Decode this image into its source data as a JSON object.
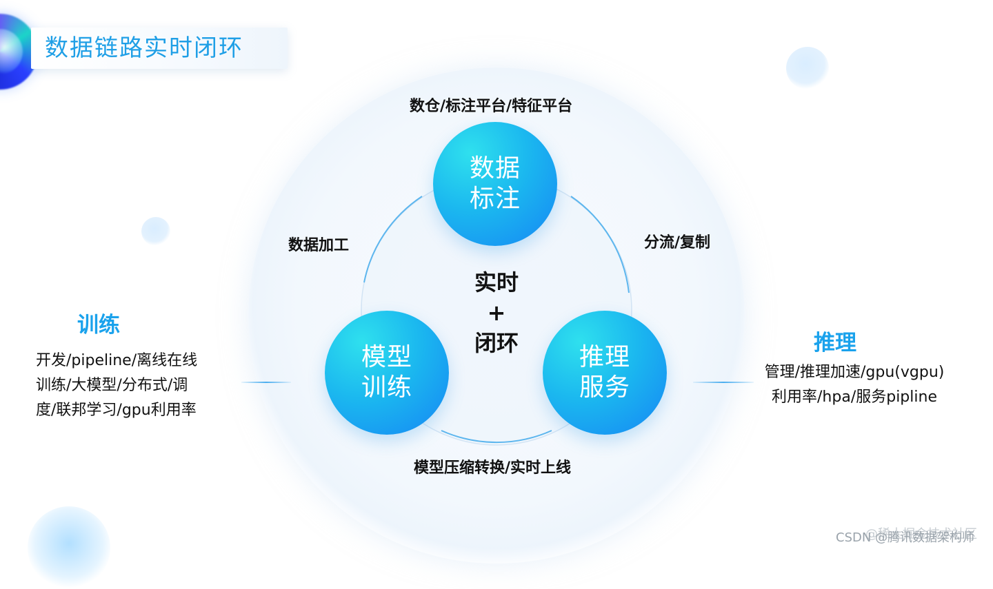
{
  "title": "数据链路实时闭环",
  "top_label": "数仓/标注平台/特征平台",
  "left_arc_label": "数据加工",
  "right_arc_label": "分流/复制",
  "bottom_label": "模型压缩转换/实时上线",
  "center": {
    "line1": "实时",
    "line2": "+",
    "line3": "闭环"
  },
  "nodes": {
    "top": {
      "line1": "数据",
      "line2": "标注"
    },
    "left": {
      "line1": "模型",
      "line2": "训练"
    },
    "right": {
      "line1": "推理",
      "line2": "服务"
    }
  },
  "training": {
    "heading": "训练",
    "lines": [
      "开发/pipeline/离线在线",
      "训练/大模型/分布式/调",
      "度/联邦学习/gpu利用率"
    ]
  },
  "inference": {
    "heading": "推理",
    "lines": [
      "管理/推理加速/gpu(vgpu)",
      "利用率/hpa/服务pipline"
    ]
  },
  "watermark": {
    "text": "CSDN @腾讯数据架构师",
    "shadow_text": "@稀土掘金技术社区"
  },
  "colors": {
    "accent": "#1aa2ec",
    "node_gradient_start": "#2fe0ee",
    "node_gradient_end": "#1686f4",
    "text": "#111111"
  }
}
